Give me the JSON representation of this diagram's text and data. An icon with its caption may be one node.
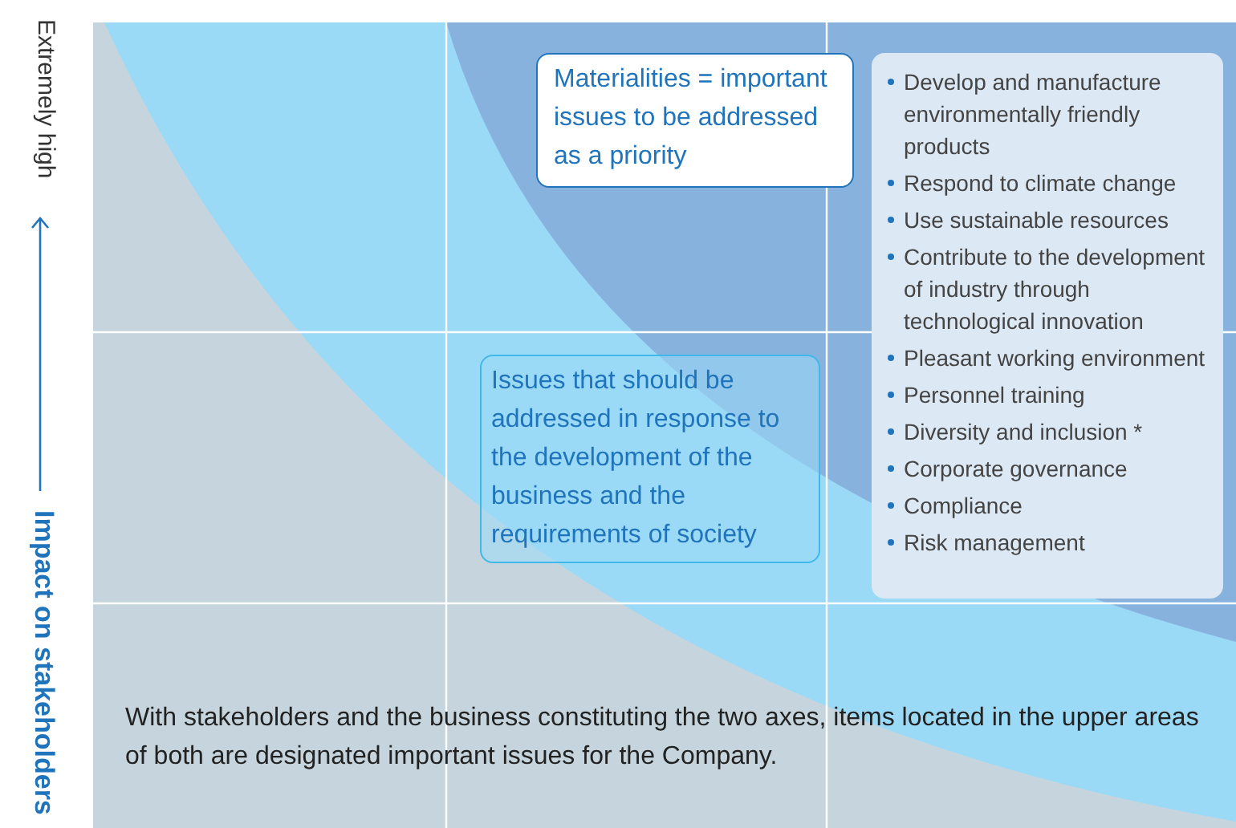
{
  "diagram": {
    "nodes": [
      {
        "text": [
          "Materialities = important issues to be addressed as a priority"
        ]
      },
      {
        "text": [
          "Issues that should be addressed in response to the development of the business and the requirements of society"
        ]
      },
      {
        "text": [
          "Develop and manufacture environmentally friendly products",
          "Respond to climate change",
          "Use sustainable resources",
          "Contribute to the development of industry through technological innovation",
          "Pleasant working environment",
          "Personnel training",
          "Diversity and inclusion *",
          "Corporate governance",
          "Compliance",
          "Risk management"
        ]
      }
    ],
    "edges": [],
    "labels": [
      "Extremely high",
      "Impact on stakeholders",
      "With stakeholders and the business constituting the two axes, items located in the upper areas of both are designated important issues for the Company."
    ]
  }
}
